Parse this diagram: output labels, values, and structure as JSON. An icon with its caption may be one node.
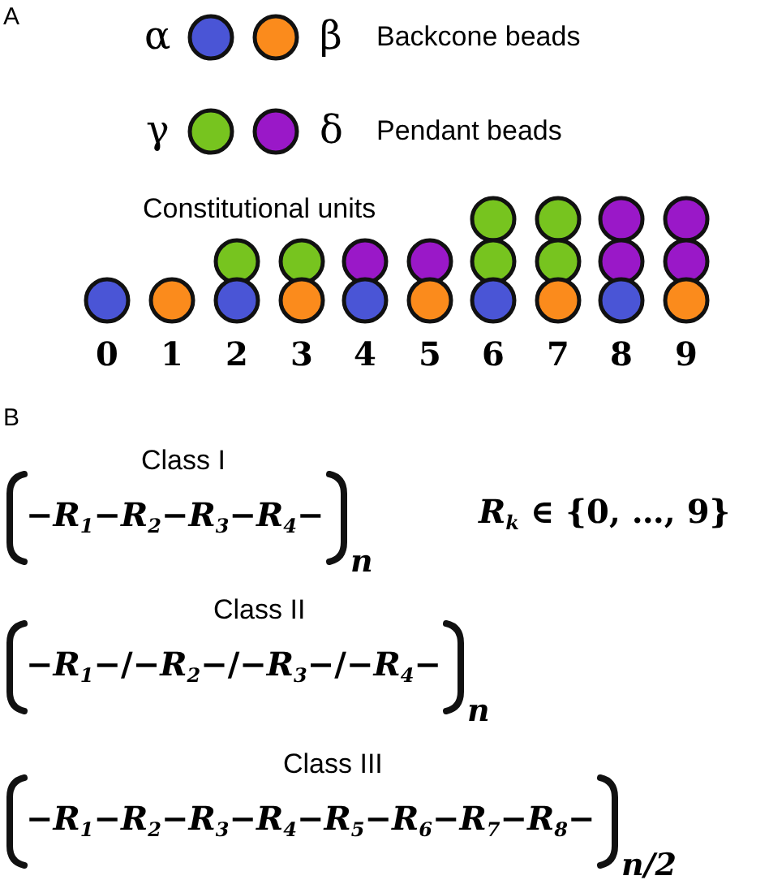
{
  "diagram": {
    "labels": [
      "A",
      "Backcone beads",
      "Pendant beads",
      "Constitutional units",
      "0",
      "1",
      "2",
      "3",
      "4",
      "5",
      "6",
      "7",
      "8",
      "9",
      "B",
      "Class I",
      "−*R*$_{1}$−*R*$_{2}$−*R*$_{3}$−*R*$_{4}$−",
      "n",
      "*R*$_{k}$ ∈ {0, …, 9}",
      "Class II",
      "−*R*$_{1}$−/−*R*$_{2}$−/−*R*$_{3}$−/−*R*$_{4}$−",
      "n",
      "Class III",
      "−*R*$_{1}$−*R*$_{2}$−*R*$_{3}$−*R*$_{4}$−*R*$_{5}$−*R*$_{6}$−*R*$_{7}$−*R*$_{8}$−",
      "n/2"
    ],
    "legend": [
      {
        "text": "α",
        "color": "#4a55d6"
      },
      {
        "text": "β",
        "color": "#fb8b1c"
      },
      {
        "text": "γ",
        "color": "#77c41f"
      },
      {
        "text": "δ",
        "color": "#9a18c8"
      }
    ]
  }
}
